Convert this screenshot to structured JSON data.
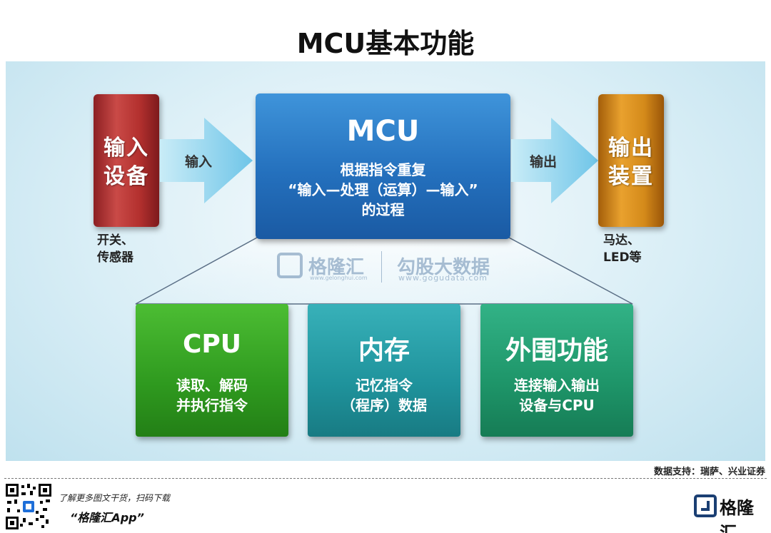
{
  "title": "MCU基本功能",
  "input_device": {
    "label": "输入设备",
    "caption": [
      "开关、",
      "传感器"
    ]
  },
  "output_device": {
    "label": "输出装置",
    "caption": [
      "马达、",
      "LED等"
    ]
  },
  "mcu": {
    "title": "MCU",
    "desc": [
      "根据指令重复",
      "“输入—处理（运算）—输入”",
      "的过程"
    ]
  },
  "arrows": {
    "input": "输入",
    "output": "输出"
  },
  "cards": [
    {
      "title": "CPU",
      "desc": [
        "读取、解码",
        "并执行指令"
      ]
    },
    {
      "title": "内存",
      "desc": [
        "记忆指令",
        "（程序）数据"
      ]
    },
    {
      "title": "外围功能",
      "desc": [
        "连接输入输出",
        "设备与CPU"
      ]
    }
  ],
  "watermark": {
    "name": "格隆汇",
    "url1": "www.gelonghui.com",
    "name2": "勾股大数据",
    "url2": "www.gogudata.com"
  },
  "source": "数据支持：瑞萨、兴业证券",
  "footer": {
    "promo_line1": "了解更多图文干货，扫码下载",
    "promo_line2": "“格隆汇App”",
    "brand": "格隆汇"
  },
  "colors": {
    "input_box": "#b3302e",
    "output_box": "#d48a1a",
    "mcu_box": "#2470bd",
    "cpu_card": "#2f9a1f",
    "memory_card": "#1f939c",
    "peripheral_card": "#1e9569",
    "arrow": "#8fd3ee"
  }
}
